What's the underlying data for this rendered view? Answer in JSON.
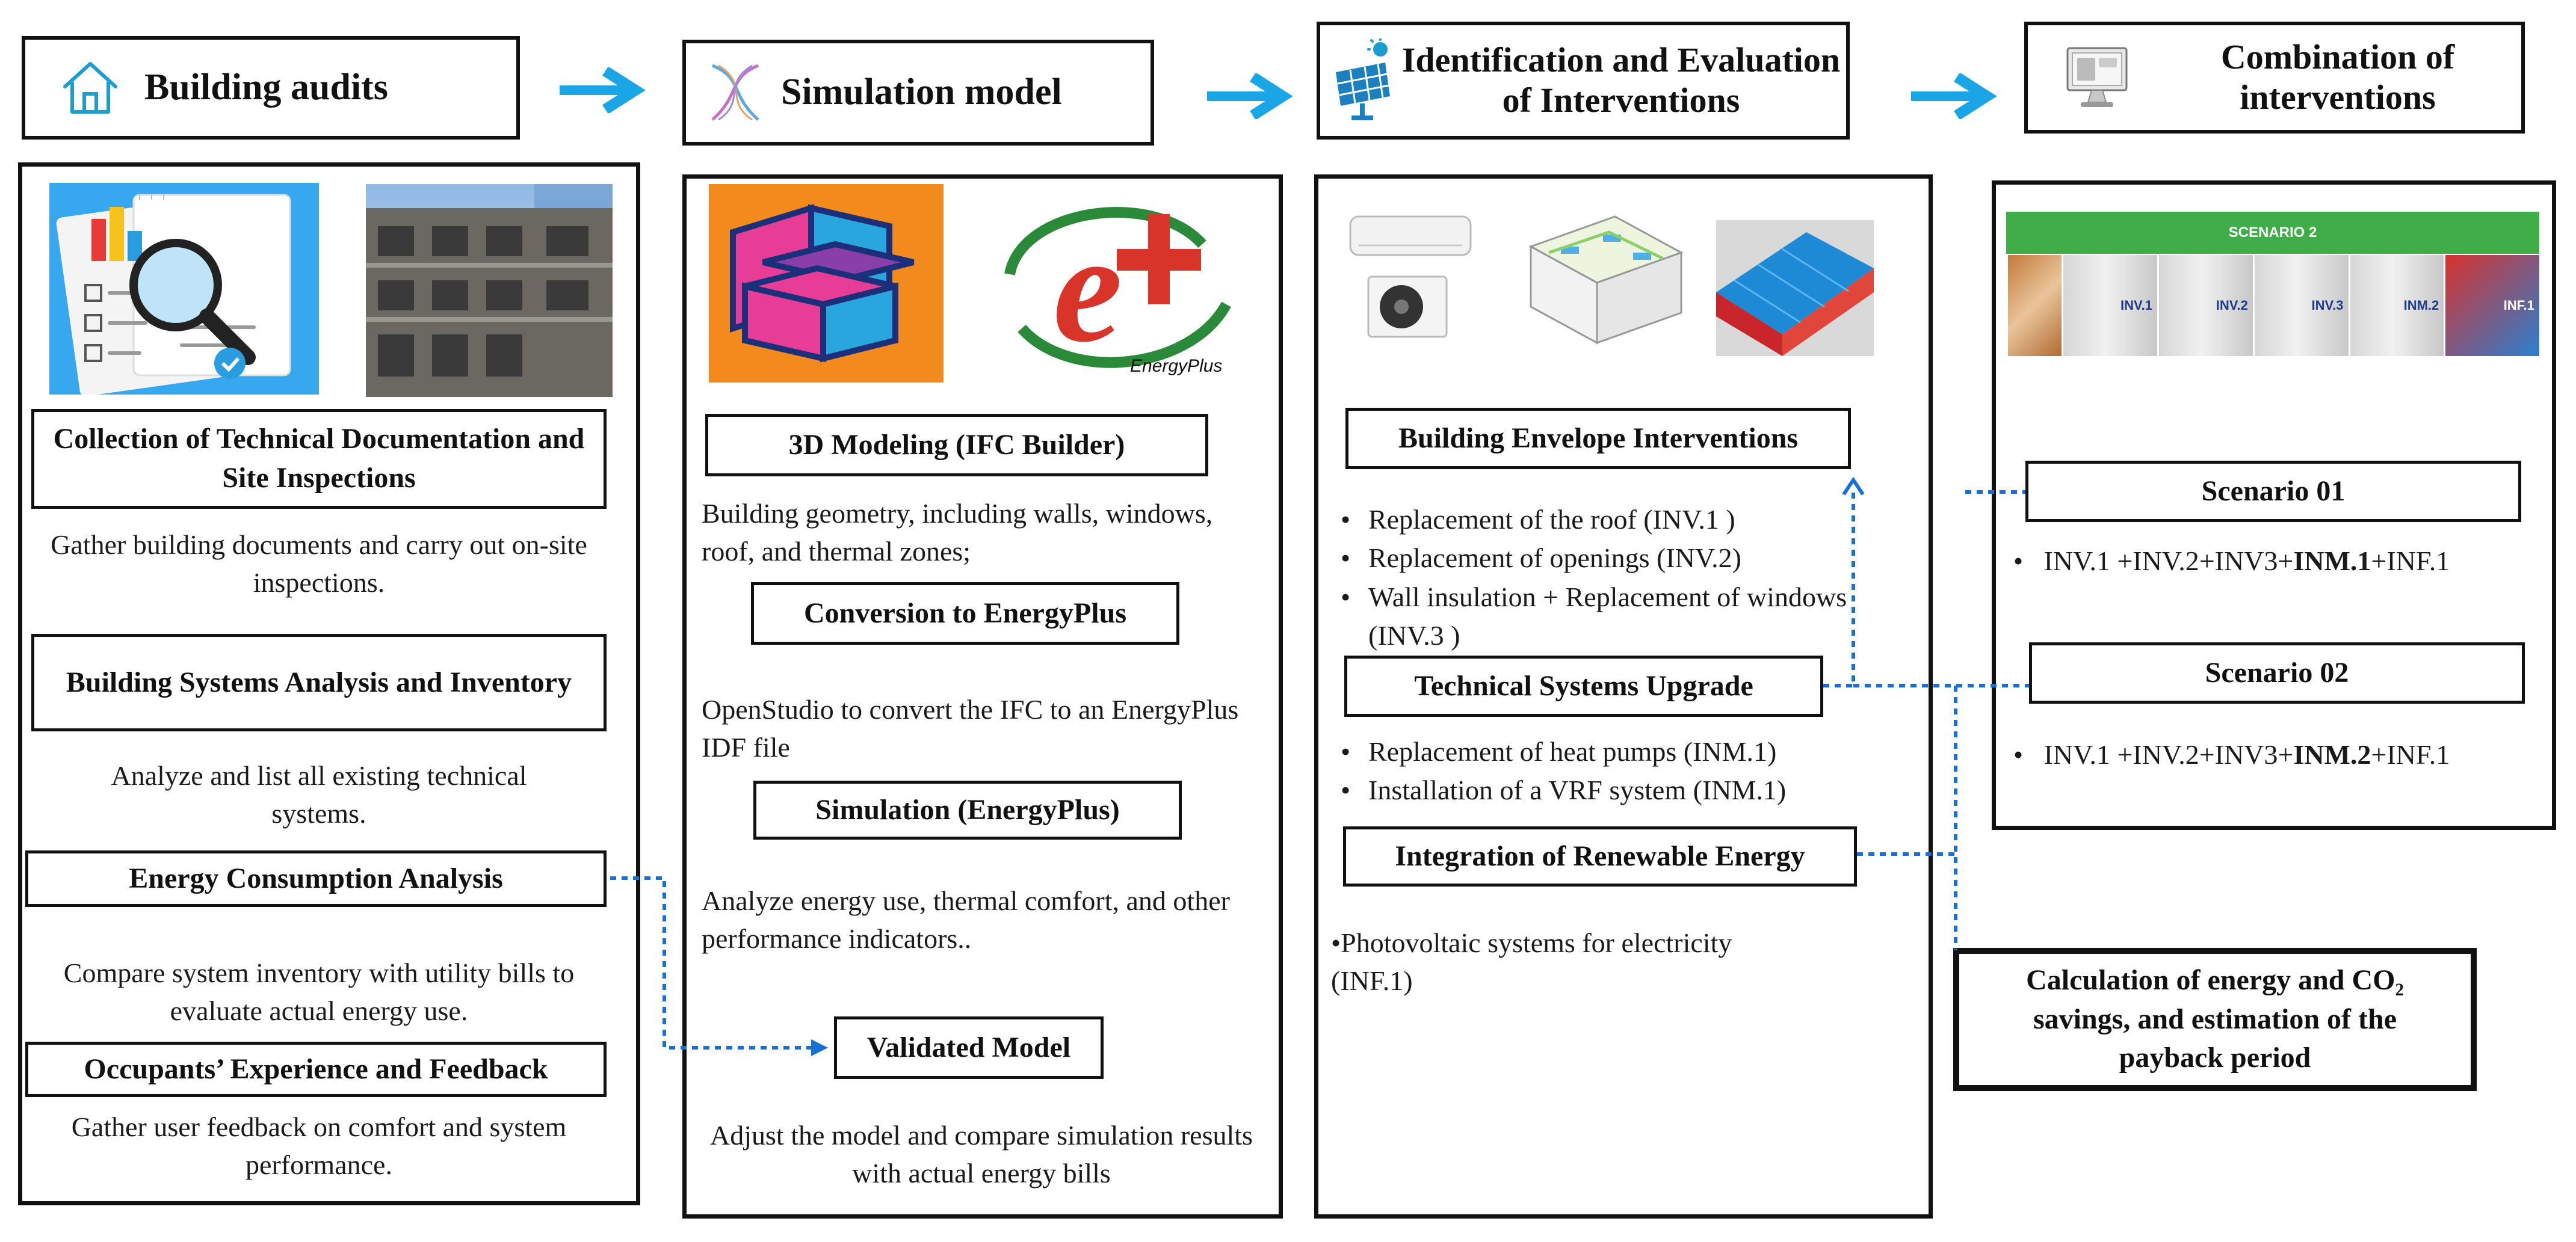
{
  "colors": {
    "arrow": "#1aa6e6",
    "connector": "#1a6fd6",
    "border": "#111111",
    "scenario_bar": "#3fae49"
  },
  "stages": [
    {
      "title": "Building audits",
      "icon": "house-icon"
    },
    {
      "title": "Simulation model",
      "icon": "waveform-icon"
    },
    {
      "title": "Identification and Evaluation of Interventions",
      "icon": "solar-panel-icon"
    },
    {
      "title": "Combination of interventions",
      "icon": "computer-monitor-icon"
    }
  ],
  "audits": {
    "steps": [
      {
        "title": "Collection of Technical Documentation and Site Inspections",
        "desc": "Gather building documents and carry out on-site inspections."
      },
      {
        "title": "Building Systems Analysis and Inventory",
        "desc": "Analyze and list all existing technical systems."
      },
      {
        "title": "Energy Consumption Analysis",
        "desc": "Compare system inventory with utility bills to evaluate actual energy use."
      },
      {
        "title": "Occupants’ Experience and Feedback",
        "desc": "Gather user feedback on comfort and system performance."
      }
    ]
  },
  "simulation": {
    "logo_text": "EnergyPlus",
    "steps": [
      {
        "title": "3D Modeling (IFC Builder)",
        "desc": "Building geometry, including walls, windows, roof, and thermal zones;"
      },
      {
        "title": "Conversion to EnergyPlus",
        "desc": "OpenStudio to convert the IFC to an EnergyPlus IDF file"
      },
      {
        "title": "Simulation (EnergyPlus)",
        "desc": "Analyze energy use, thermal comfort, and other performance indicators.."
      },
      {
        "title": "Validated Model",
        "desc": "Adjust the model and compare simulation results with actual energy bills"
      }
    ]
  },
  "interventions": {
    "groups": [
      {
        "title": "Building Envelope Interventions",
        "items": [
          "Replacement of the roof (INV.1 )",
          "Replacement of openings (INV.2)",
          "Wall insulation + Replacement of windows (INV.3 )"
        ]
      },
      {
        "title": "Technical Systems Upgrade",
        "items": [
          "Replacement of heat pumps (INM.1)",
          "Installation of a VRF system (INM.1)"
        ]
      },
      {
        "title": "Integration of Renewable Energy",
        "items": [
          "•Photovoltaic systems for electricity (INF.1)"
        ]
      }
    ]
  },
  "combination": {
    "scenario_banner": "SCENARIO 2",
    "strip_labels": [
      "INV.1",
      "INV.2",
      "INV.3",
      "INM.2",
      "INF.1"
    ],
    "scenarios": [
      {
        "title": "Scenario 01",
        "formula_pre": "INV.1 +INV.2+INV3+",
        "formula_bold": "INM.1",
        "formula_post": "+INF.1"
      },
      {
        "title": "Scenario 02",
        "formula_pre": "INV.1 +INV.2+INV3+",
        "formula_bold": "INM.2",
        "formula_post": "+INF.1"
      }
    ],
    "calculation": "Calculation of energy and CO₂ savings, and estimation of the payback period"
  }
}
